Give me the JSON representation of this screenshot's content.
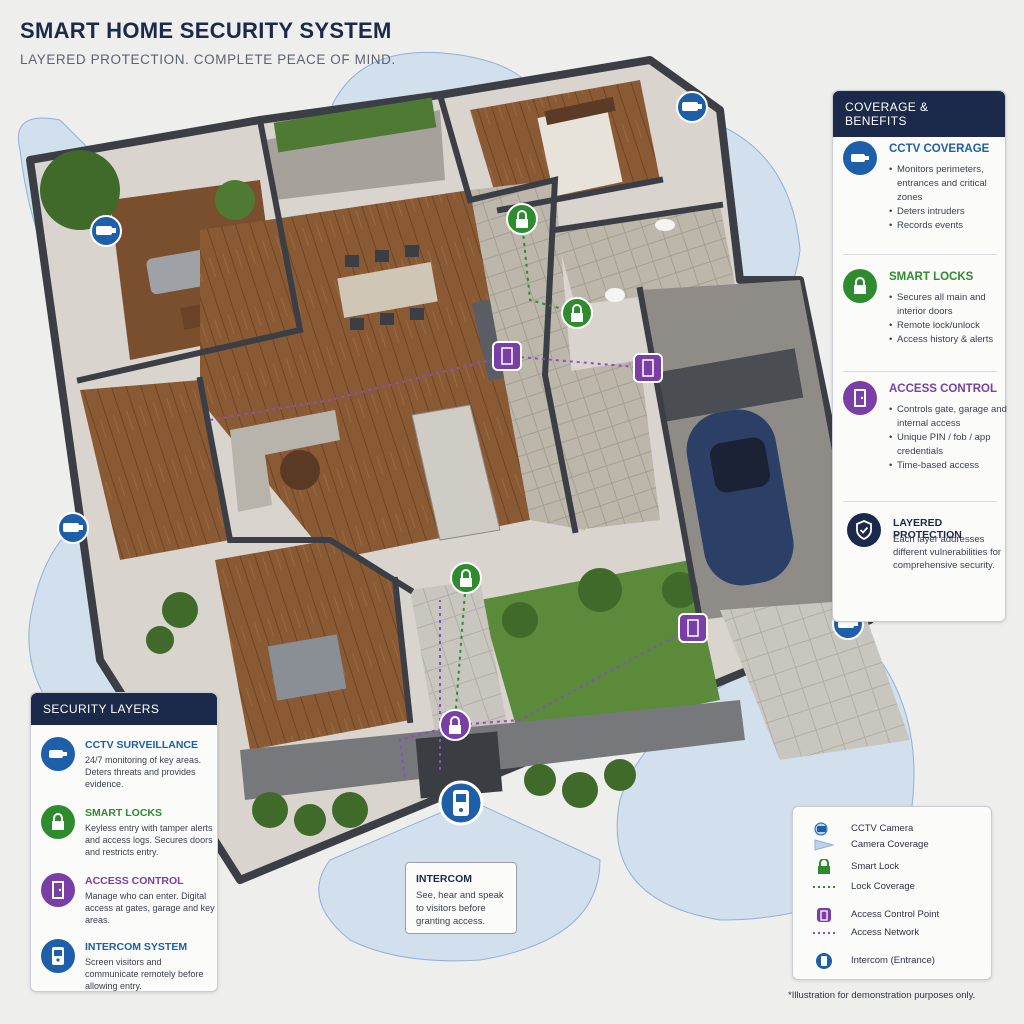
{
  "header": {
    "title": "SMART HOME SECURITY SYSTEM",
    "subtitle": "LAYERED PROTECTION. COMPLETE PEACE OF MIND."
  },
  "colors": {
    "navy": "#1b2a4a",
    "cctv_blue": "#1d5fa8",
    "lock_green": "#2e8b2e",
    "access_purple": "#7a3fa6",
    "coverage_blue": "#bcd3ec",
    "wood_floor": "#8a5a34",
    "tile": "#b8b2a6",
    "garden": "#4f7a34"
  },
  "coverage_benefits": {
    "heading": "COVERAGE & BENEFITS",
    "items": [
      {
        "icon": "cctv-camera-icon",
        "title": "CCTV COVERAGE",
        "bullets": [
          "Monitors perimeters, entrances and critical zones",
          "Deters intruders",
          "Records events"
        ]
      },
      {
        "icon": "lock-icon",
        "title": "SMART LOCKS",
        "bullets": [
          "Secures all main and interior doors",
          "Remote lock/unlock",
          "Access history & alerts"
        ]
      },
      {
        "icon": "access-door-icon",
        "title": "ACCESS CONTROL",
        "bullets": [
          "Controls gate, garage and internal access",
          "Unique PIN / fob / app credentials",
          "Time-based access"
        ]
      }
    ],
    "layered": {
      "icon": "shield-check-icon",
      "title": "LAYERED PROTECTION",
      "description": "Each layer addresses different vulnerabilities for comprehensive security."
    }
  },
  "security_layers": {
    "heading": "SECURITY LAYERS",
    "items": [
      {
        "icon": "cctv-camera-icon",
        "title": "CCTV SURVEILLANCE",
        "description": "24/7 monitoring of key areas. Deters threats and provides evidence."
      },
      {
        "icon": "lock-icon",
        "title": "SMART LOCKS",
        "description": "Keyless entry with tamper alerts and access logs. Secures doors and restricts entry."
      },
      {
        "icon": "access-door-icon",
        "title": "ACCESS CONTROL",
        "description": "Manage who can enter. Digital access at gates, garage and key areas."
      },
      {
        "icon": "intercom-icon",
        "title": "INTERCOM SYSTEM",
        "description": "Screen visitors and communicate remotely before allowing entry."
      }
    ]
  },
  "intercom_callout": {
    "title": "INTERCOM",
    "description": "See, hear and speak to visitors before granting access."
  },
  "legend": {
    "items": [
      {
        "icon": "cctv-camera-icon",
        "label": "CCTV Camera"
      },
      {
        "icon": "coverage-cone-icon",
        "label": "Camera Coverage"
      },
      {
        "icon": "lock-icon",
        "label": "Smart Lock"
      },
      {
        "icon": "lock-line-icon",
        "label": "Lock Coverage"
      },
      {
        "icon": "access-door-icon",
        "label": "Access Control Point"
      },
      {
        "icon": "access-line-icon",
        "label": "Access Network"
      },
      {
        "icon": "intercom-icon",
        "label": "Intercom (Entrance)"
      }
    ]
  },
  "disclaimer": "*Illustration for demonstration purposes only."
}
